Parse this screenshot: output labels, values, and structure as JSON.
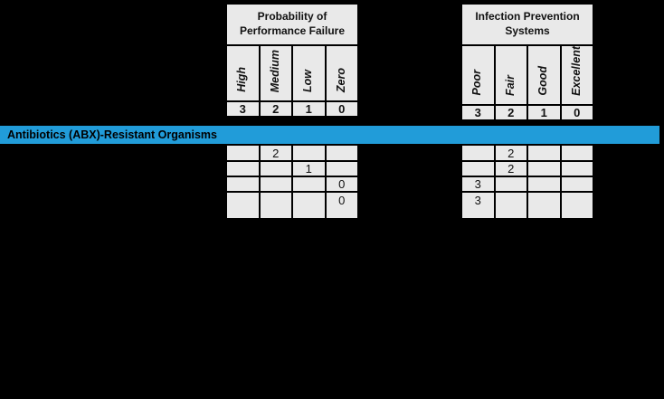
{
  "page": {
    "background": "#000000"
  },
  "banner": {
    "label": "Antibiotics (ABX)-Resistant Organisms"
  },
  "tables": [
    {
      "title": "Probability of Performance Failure",
      "columns": [
        {
          "label": "High",
          "score": "3"
        },
        {
          "label": "Medium",
          "score": "2"
        },
        {
          "label": "Low",
          "score": "1"
        },
        {
          "label": "Zero",
          "score": "0"
        }
      ],
      "rows": [
        [
          "",
          "2",
          "",
          ""
        ],
        [
          "",
          "",
          "1",
          ""
        ],
        [
          "",
          "",
          "",
          "0"
        ],
        [
          "",
          "",
          "",
          "0"
        ]
      ]
    },
    {
      "title": "Infection Prevention Systems",
      "columns": [
        {
          "label": "Poor",
          "score": "3"
        },
        {
          "label": "Fair",
          "score": "2"
        },
        {
          "label": "Good",
          "score": "1"
        },
        {
          "label": "Excellent",
          "score": "0"
        }
      ],
      "rows": [
        [
          "",
          "2",
          "",
          ""
        ],
        [
          "",
          "2",
          "",
          ""
        ],
        [
          "3",
          "",
          "",
          ""
        ],
        [
          "3",
          "",
          "",
          ""
        ]
      ]
    }
  ],
  "colors": {
    "background": "#000000",
    "cell_background": "#E9E9E9",
    "border": "#000000",
    "banner_background": "#219CD9",
    "banner_text": "#000000"
  }
}
